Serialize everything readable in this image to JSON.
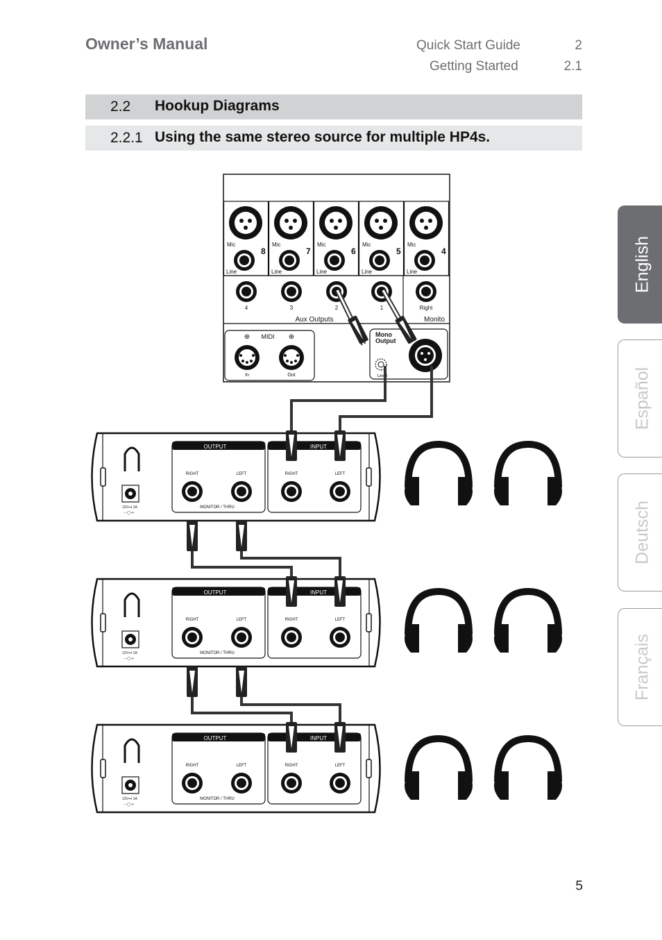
{
  "header": {
    "title": "Owner’s Manual",
    "crumbs": [
      {
        "label": "Quick Start Guide",
        "num": "2"
      },
      {
        "label": "Getting Started",
        "num": "2.1"
      }
    ]
  },
  "section": {
    "num": "2.2",
    "title": "Hookup Diagrams"
  },
  "subsection": {
    "num": "2.2.1",
    "title": "Using the same stereo source for multiple HP4s."
  },
  "tabs": [
    {
      "label": "English",
      "active": true
    },
    {
      "label": "Español",
      "active": false
    },
    {
      "label": "Deutsch",
      "active": false
    },
    {
      "label": "Français",
      "active": false
    }
  ],
  "page_number": "5",
  "mixer": {
    "mic_label": "Mic",
    "line_label": "Line",
    "channels": [
      "8",
      "7",
      "6",
      "5",
      "4"
    ],
    "aux_numbers": [
      "4",
      "3",
      "2",
      "1"
    ],
    "right_label": "Right",
    "aux_outputs_label": "Aux Outputs",
    "monitor_label": "Monito",
    "midi_label": "MIDI",
    "midi_in": "In",
    "midi_out": "Out",
    "mono_output_line1": "Mono",
    "mono_output_line2": "Output",
    "level_label": "Level"
  },
  "hp4": {
    "output_label": "OUTPUT",
    "input_label": "INPUT",
    "right_label": "RIGHT",
    "left_label": "LEFT",
    "input_right": "RIGHT",
    "input_left": "LEFT",
    "monitor_thru": "MONITOR / THRU",
    "power_label": "12V⎓/ 1A",
    "polarity": "-·-◯-+"
  }
}
